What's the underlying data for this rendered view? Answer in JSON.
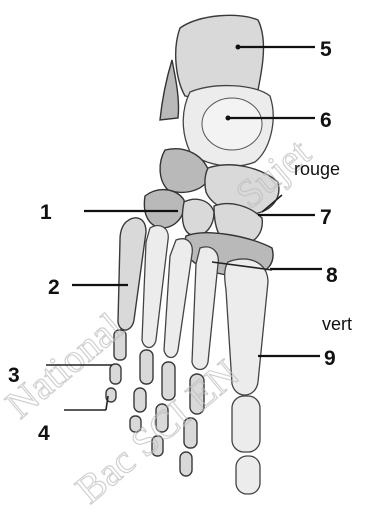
{
  "labels": {
    "n1": "1",
    "n2": "2",
    "n3": "3",
    "n4": "4",
    "n5": "5",
    "n6": "6",
    "n7": "7",
    "n8": "8",
    "n9": "9",
    "rouge": "rouge",
    "vert": "vert"
  },
  "watermark": {
    "line1": "National",
    "line2": "Sujet",
    "line3": "Bac SCI EN"
  }
}
